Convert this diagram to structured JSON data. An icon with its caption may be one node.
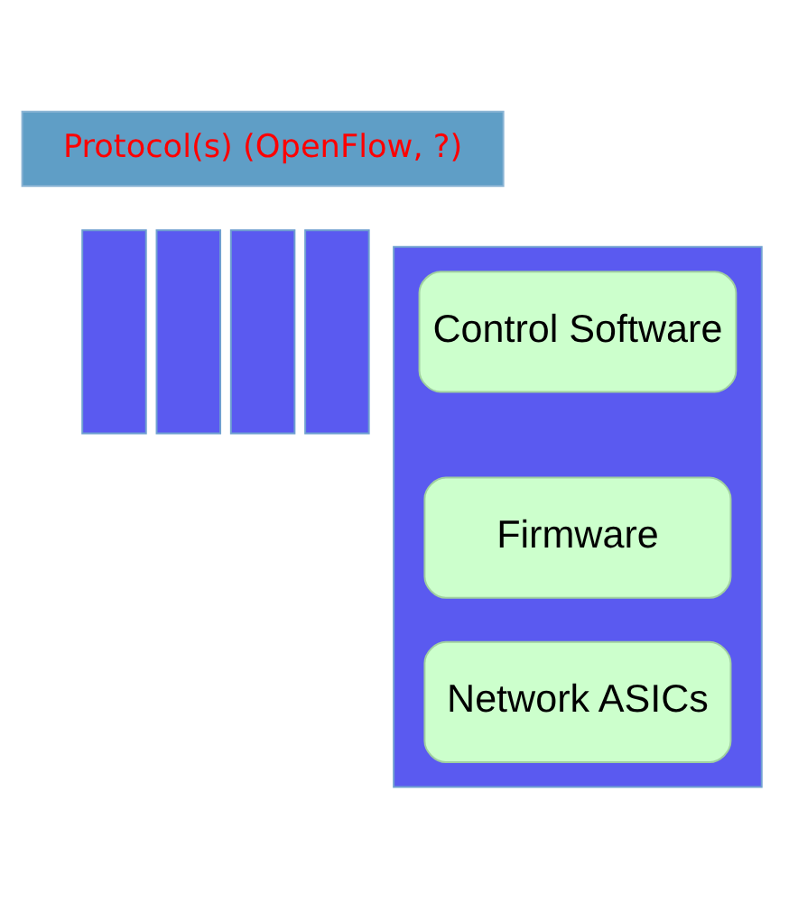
{
  "diagram": {
    "nodes": [
      {
        "text": [
          "Protocol(s) (OpenFlow, ?)"
        ]
      },
      {
        "text": [],
        "shape": "box"
      },
      {
        "text": [],
        "shape": "box"
      },
      {
        "text": [],
        "shape": "box"
      },
      {
        "text": [],
        "shape": "box"
      },
      {
        "text": [],
        "shape": "box"
      },
      {
        "text": [
          "Control Software"
        ],
        "in": 5
      },
      {
        "text": [
          "Firmware"
        ],
        "in": 5
      },
      {
        "text": [
          "Network ASICs"
        ],
        "in": 5
      }
    ],
    "edges": []
  }
}
